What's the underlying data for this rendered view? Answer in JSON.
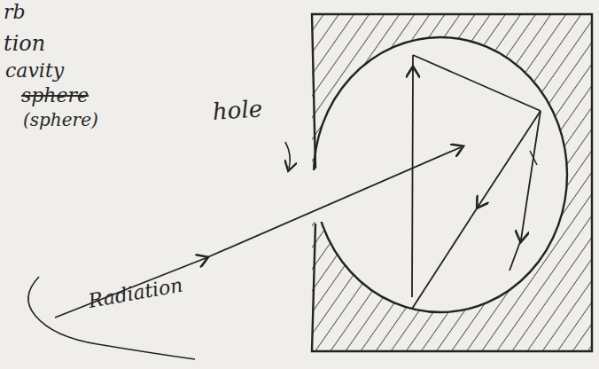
{
  "diagram": {
    "labels": [
      "rb",
      "tion",
      "cavity",
      "sphere",
      "(sphere)",
      "hole",
      "Radiation"
    ]
  }
}
